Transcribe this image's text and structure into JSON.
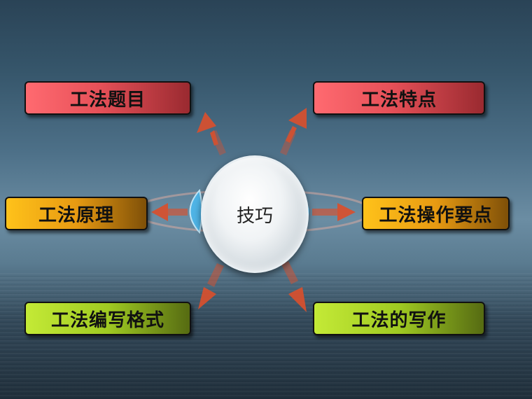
{
  "center": {
    "label": "技巧"
  },
  "nodes": [
    {
      "id": "title",
      "label": "工法题目",
      "color": "red"
    },
    {
      "id": "features",
      "label": "工法特点",
      "color": "red"
    },
    {
      "id": "principle",
      "label": "工法原理",
      "color": "orange"
    },
    {
      "id": "operation",
      "label": "工法操作要点",
      "color": "orange"
    },
    {
      "id": "format",
      "label": "工法编写格式",
      "color": "green"
    },
    {
      "id": "writing",
      "label": "工法的写作",
      "color": "green"
    }
  ],
  "colors": {
    "red": "#e65058",
    "orange": "#e79a12",
    "green": "#9fca22",
    "arrow": "#d8502e"
  }
}
